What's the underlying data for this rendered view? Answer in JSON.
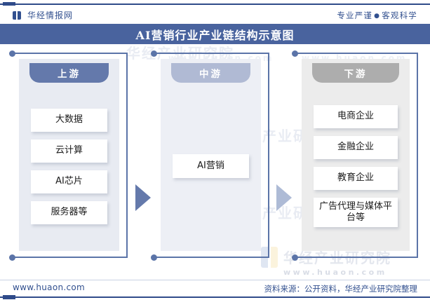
{
  "header": {
    "brand": "华经情报网",
    "logo_icon": "book-logo-icon",
    "tagline_left": "专业严谨",
    "tagline_sep": "●",
    "tagline_right": "客观科学"
  },
  "title": "AI营销行业产业链结构示意图",
  "columns": [
    {
      "id": "upstream",
      "label": "上游",
      "accent": "#6479ab",
      "panel_bg": "#e8ebf2",
      "items": [
        "大数据",
        "云计算",
        "AI芯片",
        "服务器等"
      ]
    },
    {
      "id": "midstream",
      "label": "中游",
      "accent": "#b0bad4",
      "panel_bg": "#edeff5",
      "items": [
        "AI营销"
      ]
    },
    {
      "id": "downstream",
      "label": "下游",
      "accent": "#adadad",
      "panel_bg": "#ececec",
      "items": [
        "电商企业",
        "金融企业",
        "教育企业",
        "广告代理与媒体平台等"
      ]
    }
  ],
  "arrows": [
    {
      "id": "arrow-upstream-to-midstream",
      "color": "#6479ab"
    },
    {
      "id": "arrow-midstream-to-downstream",
      "color": "#aebbd6"
    }
  ],
  "watermarks": {
    "org": "华经产业研究院",
    "site": "www.huaon.com"
  },
  "footer": {
    "url": "www.huaon.com",
    "source": "资料来源：公开资料，华经产业研究院整理"
  },
  "theme": {
    "title_bar": "#49639e",
    "rule": "#2f4b8a",
    "text_blue": "#32508f"
  }
}
